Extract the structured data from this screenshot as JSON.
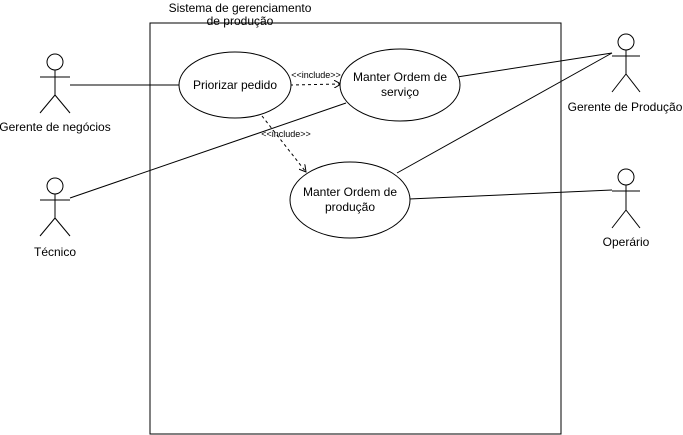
{
  "system": {
    "title_line1": "Sistema  de gerenciamento",
    "title_line2": "de produção"
  },
  "actors": {
    "gerente_negocios": "Gerente de negócios",
    "tecnico": "Técnico",
    "gerente_producao": "Gerente de Produção",
    "operario": "Operário"
  },
  "use_cases": {
    "priorizar_pedido": "Priorizar pedido",
    "manter_os_line1": "Manter Ordem de",
    "manter_os_line2": "serviço",
    "manter_op_line1": "Manter Ordem de",
    "manter_op_line2": "produção"
  },
  "relations": {
    "include_1": "<<include>>",
    "include_2": "<<include>>"
  }
}
